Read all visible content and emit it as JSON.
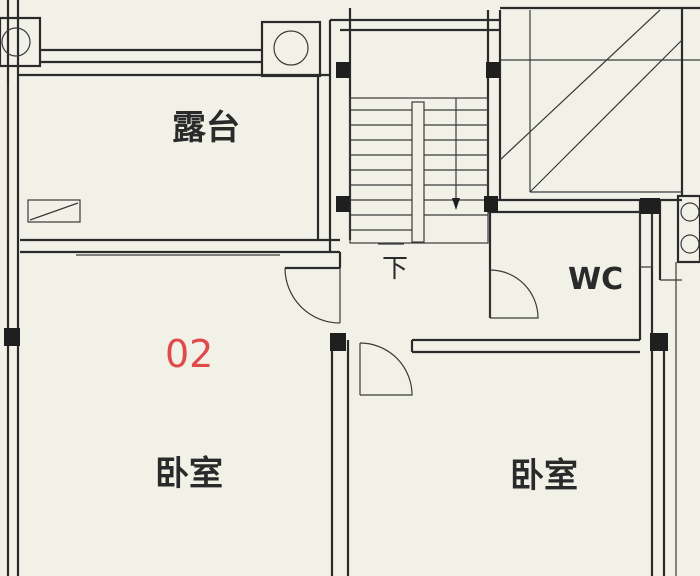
{
  "labels": {
    "terrace": "露台",
    "wc": "WC",
    "stairs_down": "下",
    "unit_number": "02",
    "bedroom_left": "卧室",
    "bedroom_right": "卧室"
  },
  "colors": {
    "background": "#f2f1e8",
    "wall": "#2b2b2b",
    "unit_number": "#e04a4a"
  },
  "icons": [
    "stair-arrow-icon",
    "vent-circle-icon",
    "door-swing-icon"
  ]
}
